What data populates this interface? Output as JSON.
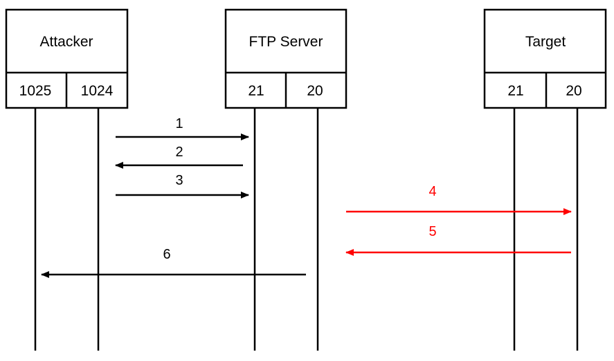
{
  "nodes": [
    {
      "name": "Attacker",
      "ports": [
        "1025",
        "1024"
      ]
    },
    {
      "name": "FTP Server",
      "ports": [
        "21",
        "20"
      ]
    },
    {
      "name": "Target",
      "ports": [
        "21",
        "20"
      ]
    }
  ],
  "messages": [
    {
      "label": "1",
      "from": "Attacker:1024",
      "to": "FTP Server:21",
      "color": "#000000"
    },
    {
      "label": "2",
      "from": "FTP Server:21",
      "to": "Attacker:1024",
      "color": "#000000"
    },
    {
      "label": "3",
      "from": "Attacker:1024",
      "to": "FTP Server:21",
      "color": "#000000"
    },
    {
      "label": "4",
      "from": "FTP Server:20",
      "to": "Target:20",
      "color": "#ff0000"
    },
    {
      "label": "5",
      "from": "Target:20",
      "to": "FTP Server:20",
      "color": "#ff0000"
    },
    {
      "label": "6",
      "from": "FTP Server:20",
      "to": "Attacker:1025",
      "color": "#000000"
    }
  ],
  "colors": {
    "line": "#000000",
    "highlight": "#ff0000"
  }
}
